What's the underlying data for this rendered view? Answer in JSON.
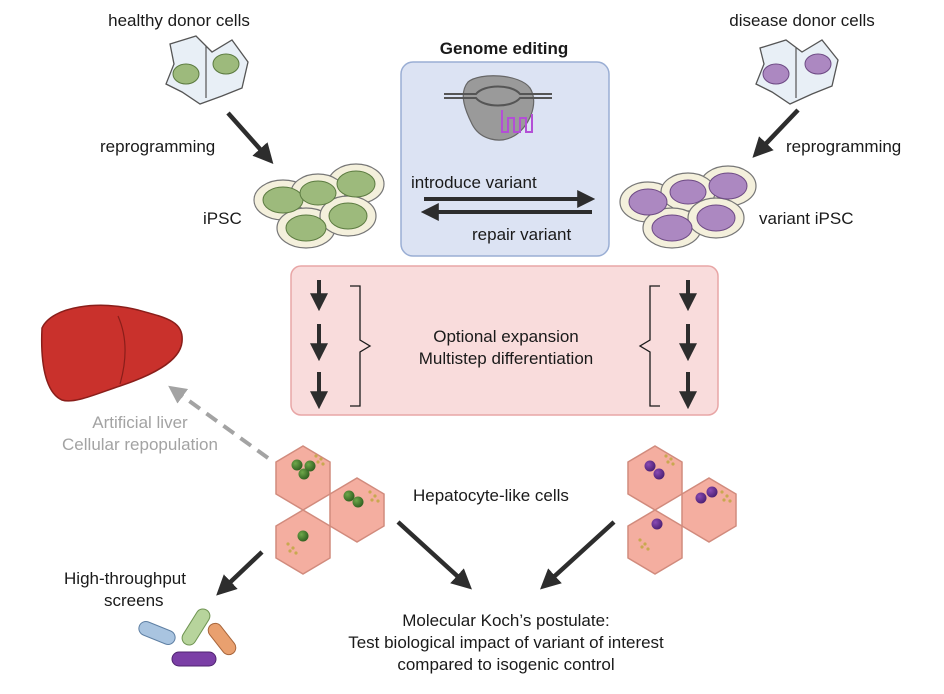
{
  "labels": {
    "healthy_donor": "healthy donor cells",
    "disease_donor": "disease donor cells",
    "reprogramming_left": "reprogramming",
    "reprogramming_right": "reprogramming",
    "ipsc": "iPSC",
    "variant_ipsc": "variant iPSC",
    "genome_editing": "Genome editing",
    "introduce_variant": "introduce variant",
    "repair_variant": "repair variant",
    "optional_expansion": "Optional expansion",
    "multistep_differentiation": "Multistep differentiation",
    "artificial_liver": "Artificial liver",
    "cellular_repopulation": "Cellular repopulation",
    "hepatocyte_like": "Hepatocyte-like cells",
    "high_throughput_1": "High-throughput",
    "high_throughput_2": "screens",
    "koch_1": "Molecular Koch’s postulate:",
    "koch_2": "Test biological impact of variant of interest",
    "koch_3": "compared to isogenic control"
  },
  "colors": {
    "healthy_nucleus": "#9dba7c",
    "variant_nucleus": "#ac88c1",
    "genome_box_fill": "#dce3f3",
    "genome_box_stroke": "#9aaed4",
    "differentiation_box_fill": "#f9dcdc",
    "differentiation_box_stroke": "#e8a6a6",
    "hepatocyte_fill": "#f4aea0",
    "liver": "#c9312c",
    "arrow": "#2d2d2d",
    "dashed_arrow": "#a3a3a3"
  }
}
